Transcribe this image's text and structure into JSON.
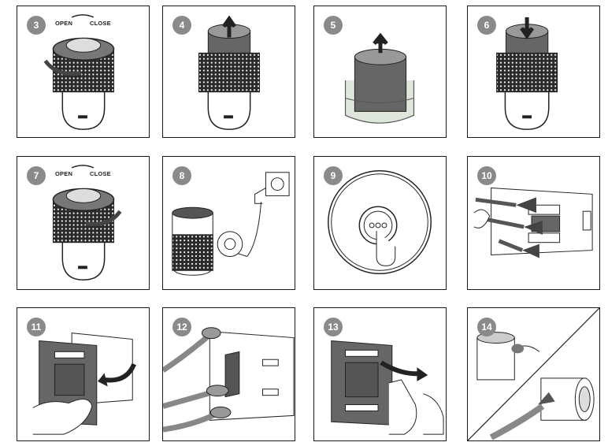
{
  "steps": [
    {
      "number": "3",
      "labels": {
        "open": "OPEN",
        "close": "CLOSE"
      }
    },
    {
      "number": "4"
    },
    {
      "number": "5"
    },
    {
      "number": "6"
    },
    {
      "number": "7",
      "labels": {
        "open": "OPEN",
        "close": "CLOSE"
      }
    },
    {
      "number": "8"
    },
    {
      "number": "9"
    },
    {
      "number": "10"
    },
    {
      "number": "11"
    },
    {
      "number": "12"
    },
    {
      "number": "13"
    },
    {
      "number": "14"
    }
  ],
  "colors": {
    "badge": "#8a8a8a",
    "outline": "#1a1a1a",
    "filter_dark": "#555555",
    "tint_green": "#dfe7dc"
  },
  "icons": [
    "arrow-icon",
    "rotate-arrow-icon",
    "power-plug-icon",
    "button-press-icon",
    "brush-icon",
    "cloth-icon"
  ]
}
